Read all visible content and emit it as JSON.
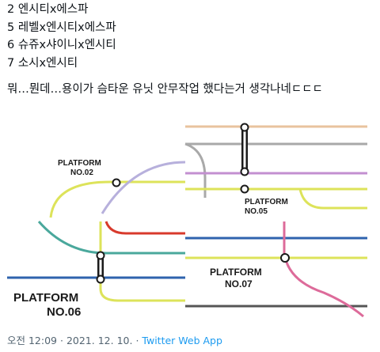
{
  "tweet": {
    "lines": [
      "2 엔시티x에스파",
      "5 레벨x엔시티x에스파",
      "6 슈쥬x샤이니x엔시티",
      "7 소시x엔시티",
      "뭐…뭔데…용이가 슴타운 유닛 안무작업 했다는거 생각나네ㄷㄷㄷ"
    ]
  },
  "map": {
    "platforms": [
      {
        "id": "p02",
        "label_line1": "PLATFORM",
        "label_line2": "NO.02"
      },
      {
        "id": "p05",
        "label_line1": "PLATFORM",
        "label_line2": "NO.05"
      },
      {
        "id": "p06",
        "label_line1": "PLATFORM",
        "label_line2": "NO.06"
      },
      {
        "id": "p07",
        "label_line1": "PLATFORM",
        "label_line2": "NO.07"
      }
    ],
    "line_colors": {
      "tan": "#e8c39e",
      "gray": "#a9a9a9",
      "purple": "#c38fd0",
      "lime": "#dde35a",
      "lavender": "#b7b0dc",
      "teal": "#4aa89c",
      "red": "#d83a2c",
      "blue": "#2f63ae",
      "pink": "#dd6b9a",
      "dark": "#555555"
    }
  },
  "footer": {
    "time": "오전 12:09",
    "separator": "·",
    "date": "2021. 12. 10.",
    "source": "Twitter Web App"
  }
}
